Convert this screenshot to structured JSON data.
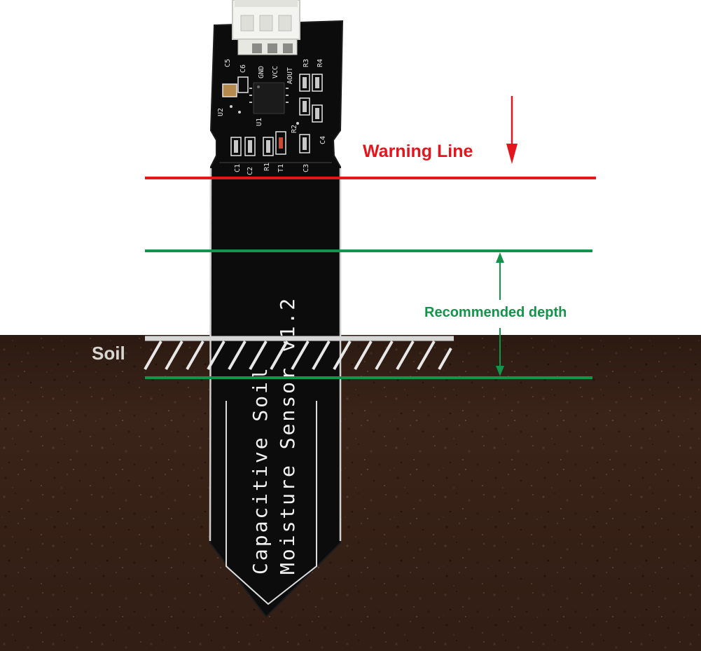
{
  "labels": {
    "warning_line": "Warning Line",
    "recommended_depth": "Recommended depth",
    "soil": "Soil"
  },
  "board": {
    "text_line_1": "Capacitive Soil",
    "text_line_2": "Moisture Sensor v1.2",
    "pin_labels": [
      "GND",
      "VCC",
      "AOUT"
    ],
    "component_labels": [
      "C5",
      "C6",
      "U2",
      "U1",
      "R3",
      "R4",
      "R2",
      "C4",
      "C1",
      "C2",
      "R1",
      "T1",
      "C3"
    ]
  },
  "colors": {
    "warning": "#e4161d",
    "recommended": "#14934a",
    "soil": "#3a2318",
    "board": "#0c0c0c",
    "hatch": "#e8e8e8"
  },
  "icons": {
    "warning_arrow": "arrow-down-icon",
    "depth_arrow": "double-arrow-icon"
  }
}
